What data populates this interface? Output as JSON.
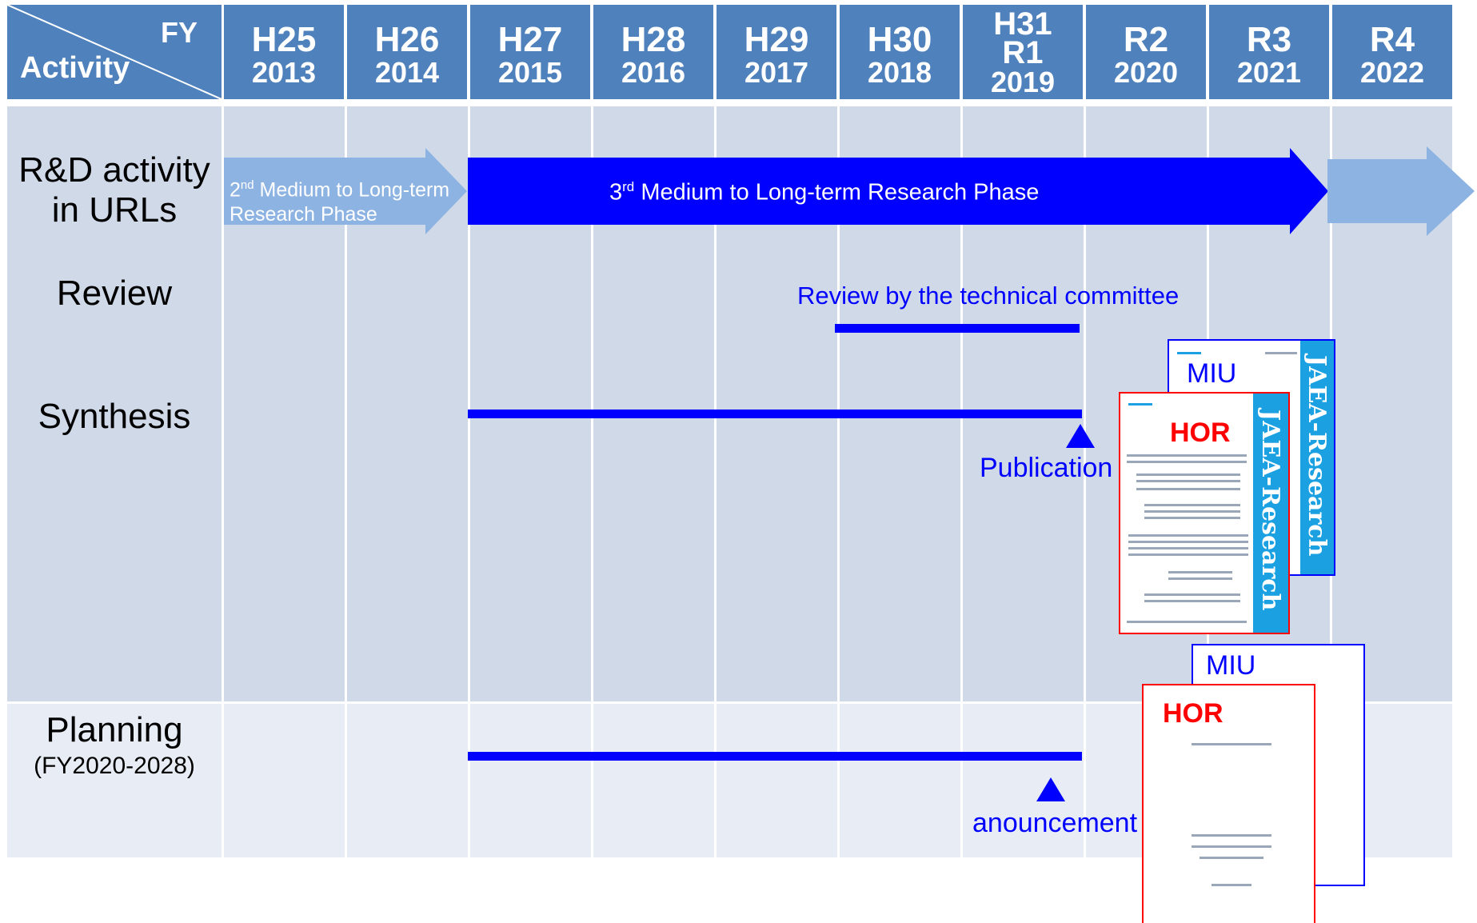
{
  "header": {
    "corner_fy": "FY",
    "corner_activity": "Activity",
    "columns": [
      {
        "era": "H25",
        "year": "2013"
      },
      {
        "era": "H26",
        "year": "2014"
      },
      {
        "era": "H27",
        "year": "2015"
      },
      {
        "era": "H28",
        "year": "2016"
      },
      {
        "era": "H29",
        "year": "2017"
      },
      {
        "era": "H30",
        "year": "2018"
      },
      {
        "era": "H31",
        "era2": "R1",
        "year": "2019"
      },
      {
        "era": "R2",
        "year": "2020"
      },
      {
        "era": "R3",
        "year": "2021"
      },
      {
        "era": "R4",
        "year": "2022"
      }
    ]
  },
  "rows": {
    "rd_line1": "R&D activity",
    "rd_line2": "in URLs",
    "review": "Review",
    "synthesis": "Synthesis",
    "planning": "Planning",
    "planning_sub": "(FY2020-2028)"
  },
  "phases": {
    "second_sup": "nd",
    "second_line1_num": "2",
    "second_line1_rest": " Medium to Long-term",
    "second_line2": "Research Phase",
    "third_num": "3",
    "third_sup": "rd",
    "third_rest": "  Medium to Long-term Research Phase"
  },
  "annotations": {
    "review_committee": "Review by the technical committee",
    "publication": "Publication",
    "announcement": "anouncement"
  },
  "documents": {
    "miu_label": "MIU",
    "hor_label": "HOR",
    "spine_text": "JAEA-Research",
    "colors": {
      "spine": "#1ba1e2",
      "hor_border": "#ff0000",
      "miu_border": "#0000ff",
      "hor_text": "#ff0000"
    }
  },
  "colors": {
    "header": "#4f81bd",
    "body": "#d0d9e8",
    "planning_body": "#e8edf5",
    "bar": "#0000ff",
    "light_arrow": "#8db3e2"
  }
}
